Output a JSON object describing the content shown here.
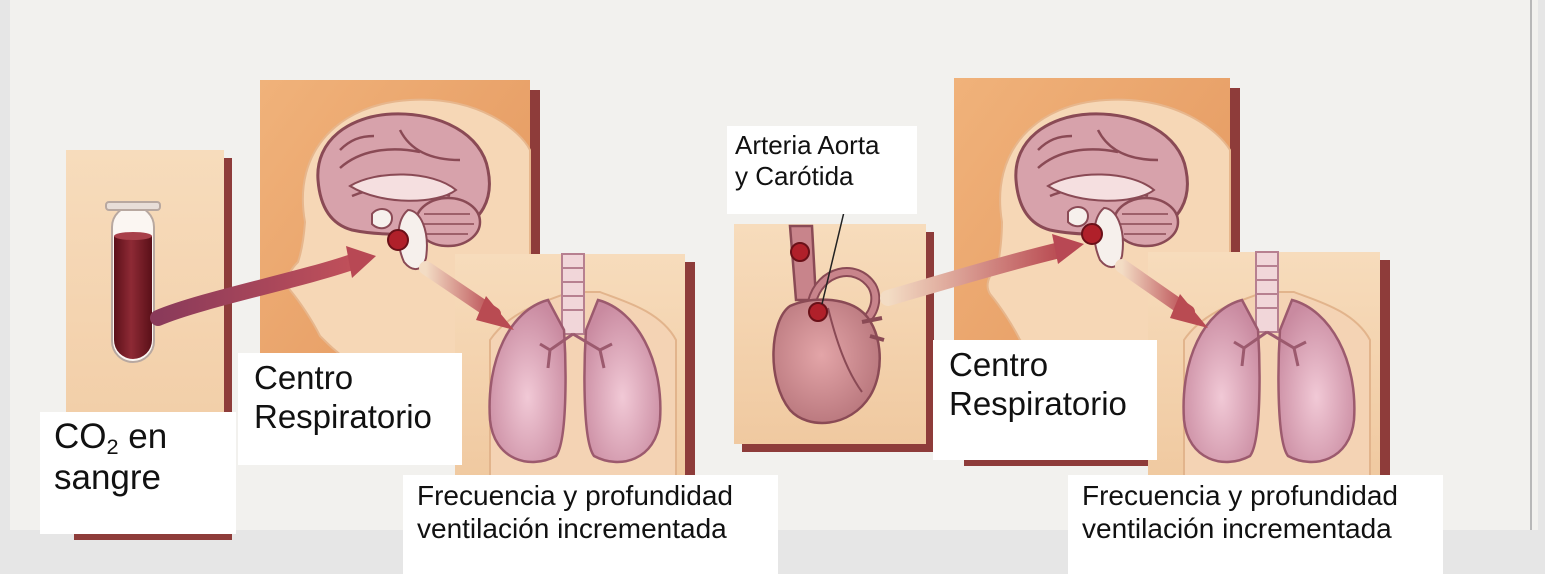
{
  "labels": {
    "co2_prefix": "CO",
    "co2_subscript": "2",
    "co2_suffix": " en",
    "co2_line2": "sangre",
    "centro_left_line1": "Centro",
    "centro_left_line2": "Respiratorio",
    "centro_right_line1": "Centro",
    "centro_right_line2": "Respiratorio",
    "arteria_line1": "Arteria Aorta",
    "arteria_line2": "y Carótida",
    "freq_left_line1": "Frecuencia y profundidad",
    "freq_left_line2": "ventilación incrementada",
    "freq_right_line1": "Frecuencia y profundidad",
    "freq_right_line2": "ventilación incrementada"
  },
  "colors": {
    "page_background": "#e6e6e6",
    "illustration_paper": "#f2f1ee",
    "panel_tan": "#f5d3b0",
    "panel_orange": "#e8a268",
    "panel_shadow": "#8c3a36",
    "brain_pink": "#c98a93",
    "blood": "#7a1f28",
    "arrow": "#a04a55",
    "lung": "#d9a3b3",
    "heart": "#c8848b",
    "receptor_dot": "#b0202a"
  },
  "icons": [
    "test-tube-icon",
    "brain-icon",
    "lungs-icon",
    "heart-icon",
    "arrow-icon"
  ]
}
